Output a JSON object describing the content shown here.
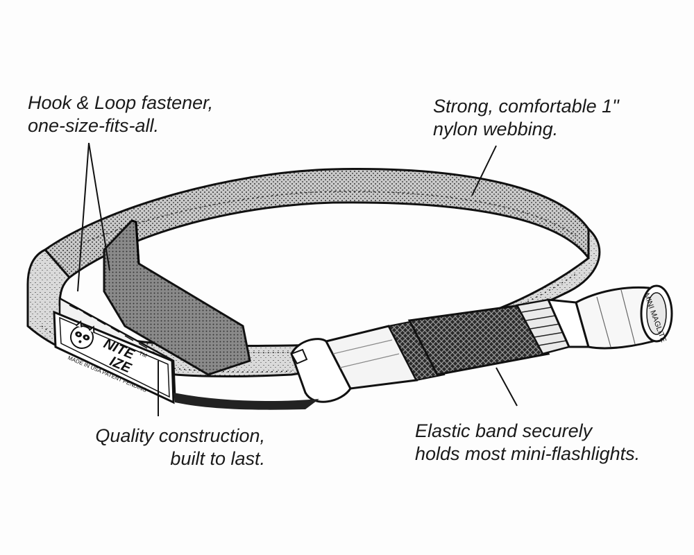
{
  "callouts": {
    "hook_loop": {
      "line1": "Hook & Loop fastener,",
      "line2": "one-size-fits-all."
    },
    "webbing": {
      "line1": "Strong, comfortable 1\"",
      "line2": "nylon webbing."
    },
    "quality": {
      "line1": "Quality construction,",
      "line2": "built to last."
    },
    "elastic": {
      "line1": "Elastic band securely",
      "line2": "holds most mini-flashlights."
    }
  },
  "product_label": {
    "brand_line1": "NITE",
    "brand_tm": "TM",
    "brand_line2": "IZE",
    "patent_text": "MADE IN USA PATENT PENDING"
  },
  "flashlight": {
    "brand_text": "MINI MAGLITE"
  }
}
